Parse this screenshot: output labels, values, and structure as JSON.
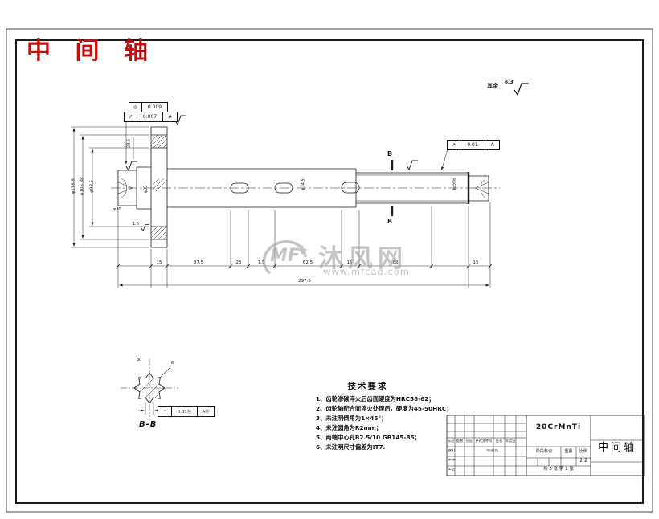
{
  "page": {
    "title": "中 间 轴"
  },
  "roughness": {
    "other_label": "其余",
    "other_value": "6.3",
    "hub": "1.6"
  },
  "frames": {
    "roundness": {
      "sym": "◎",
      "val": "0.009"
    },
    "runout_top": {
      "sym": "↗",
      "val": "0.007",
      "datum": "A"
    },
    "runout_right": {
      "sym": "↗",
      "val": "0.01",
      "datum": "A"
    },
    "position": {
      "sym": "⌖",
      "val": "0.01Ⓜ",
      "datum": "AⓂ"
    }
  },
  "dims": {
    "chain": [
      "15",
      "87.5",
      "25",
      "7.5",
      "62.5",
      "15",
      "62",
      "15"
    ],
    "overall": "297.5",
    "gear": [
      "φ118.8",
      "φ105.38",
      "φ98.5"
    ],
    "journal_left": "φ30",
    "step": "φ35",
    "mid": "φ34.5",
    "right": "φ25k6",
    "neck": "23.5",
    "spline_a": "30",
    "spline_b": "6"
  },
  "section": {
    "mark": "B",
    "label": "B-B"
  },
  "tech": {
    "title": "技术要求",
    "items": [
      "1、齿轮渗碳淬火后齿面硬度为HRC58-62；",
      "2、齿轮轴配合面淬火处理后，硬度为45-50HRC；",
      "3、未注明倒角为1×45°；",
      "4、未注圆角为R2mm；",
      "5、两端中心孔B2.5/10 GB145-85；",
      "6、未注明尺寸偏差为IT7."
    ]
  },
  "tblock": {
    "material": "20CrMnTi",
    "part": "中间轴",
    "scale": "1:1",
    "sheet": "共 5 张  第 1 张",
    "stage": "阶段标记",
    "weight": "重量",
    "ratio": "比例",
    "mark": "标记",
    "count": "处数",
    "zone": "分区",
    "doc": "更改文件号",
    "sign": "签名",
    "date": "年月日",
    "design": "设计",
    "standard": "标准化",
    "audit": "审核",
    "process": "工艺"
  },
  "watermark": {
    "logo": "MF",
    "brand": "沐风网",
    "url": "www.mfcad.com"
  }
}
